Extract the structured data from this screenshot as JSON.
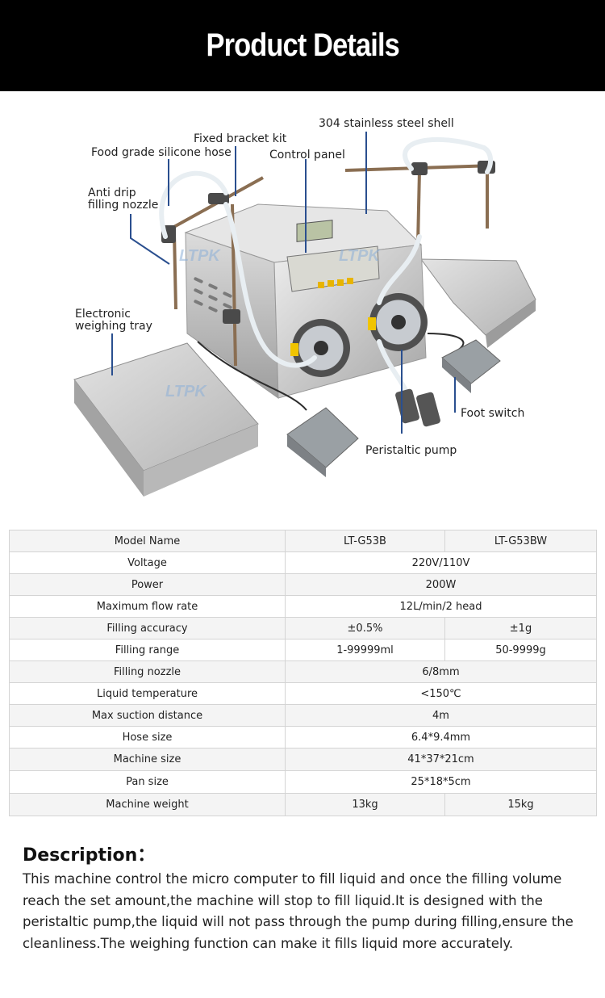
{
  "header": {
    "title": "Product Details"
  },
  "figure": {
    "watermark": "LTPK",
    "callouts": {
      "steel_shell": "304 stainless steel shell",
      "bracket": "Fixed bracket kit",
      "hose": "Food grade silicone hose",
      "control_panel": "Control panel",
      "nozzle": "Anti drip\nfilling nozzle",
      "tray": "Electronic\nweighing tray",
      "foot_switch": "Foot switch",
      "pump": "Peristaltic pump"
    }
  },
  "specs": {
    "rows": [
      {
        "label": "Model Name",
        "values": [
          "LT-G53B",
          "LT-G53BW"
        ]
      },
      {
        "label": "Voltage",
        "values": [
          "220V/110V"
        ]
      },
      {
        "label": "Power",
        "values": [
          "200W"
        ]
      },
      {
        "label": "Maximum flow rate",
        "values": [
          "12L/min/2 head"
        ]
      },
      {
        "label": "Filling accuracy",
        "values": [
          "±0.5%",
          "±1g"
        ]
      },
      {
        "label": "Filling range",
        "values": [
          "1-99999ml",
          "50-9999g"
        ]
      },
      {
        "label": "Filling nozzle",
        "values": [
          "6/8mm"
        ]
      },
      {
        "label": "Liquid temperature",
        "values": [
          "<150℃"
        ]
      },
      {
        "label": "Max suction distance",
        "values": [
          "4m"
        ]
      },
      {
        "label": "Hose size",
        "values": [
          "6.4*9.4mm"
        ]
      },
      {
        "label": "Machine size",
        "values": [
          "41*37*21cm"
        ]
      },
      {
        "label": "Pan size",
        "values": [
          "25*18*5cm"
        ]
      },
      {
        "label": "Machine weight",
        "values": [
          "13kg",
          "15kg"
        ]
      }
    ]
  },
  "description": {
    "title": "Description：",
    "body": "This machine control the micro computer to fill liquid and once the filling volume reach the set amount,the machine will stop to fill liquid.It is designed with the peristaltic pump,the liquid will not pass through the pump during filling,ensure the cleanliness.The weighing function can make it fills liquid more accurately."
  },
  "colors": {
    "banner": "#000000",
    "callout_line": "#2a4f8f",
    "table_border": "#d4d4d4"
  }
}
